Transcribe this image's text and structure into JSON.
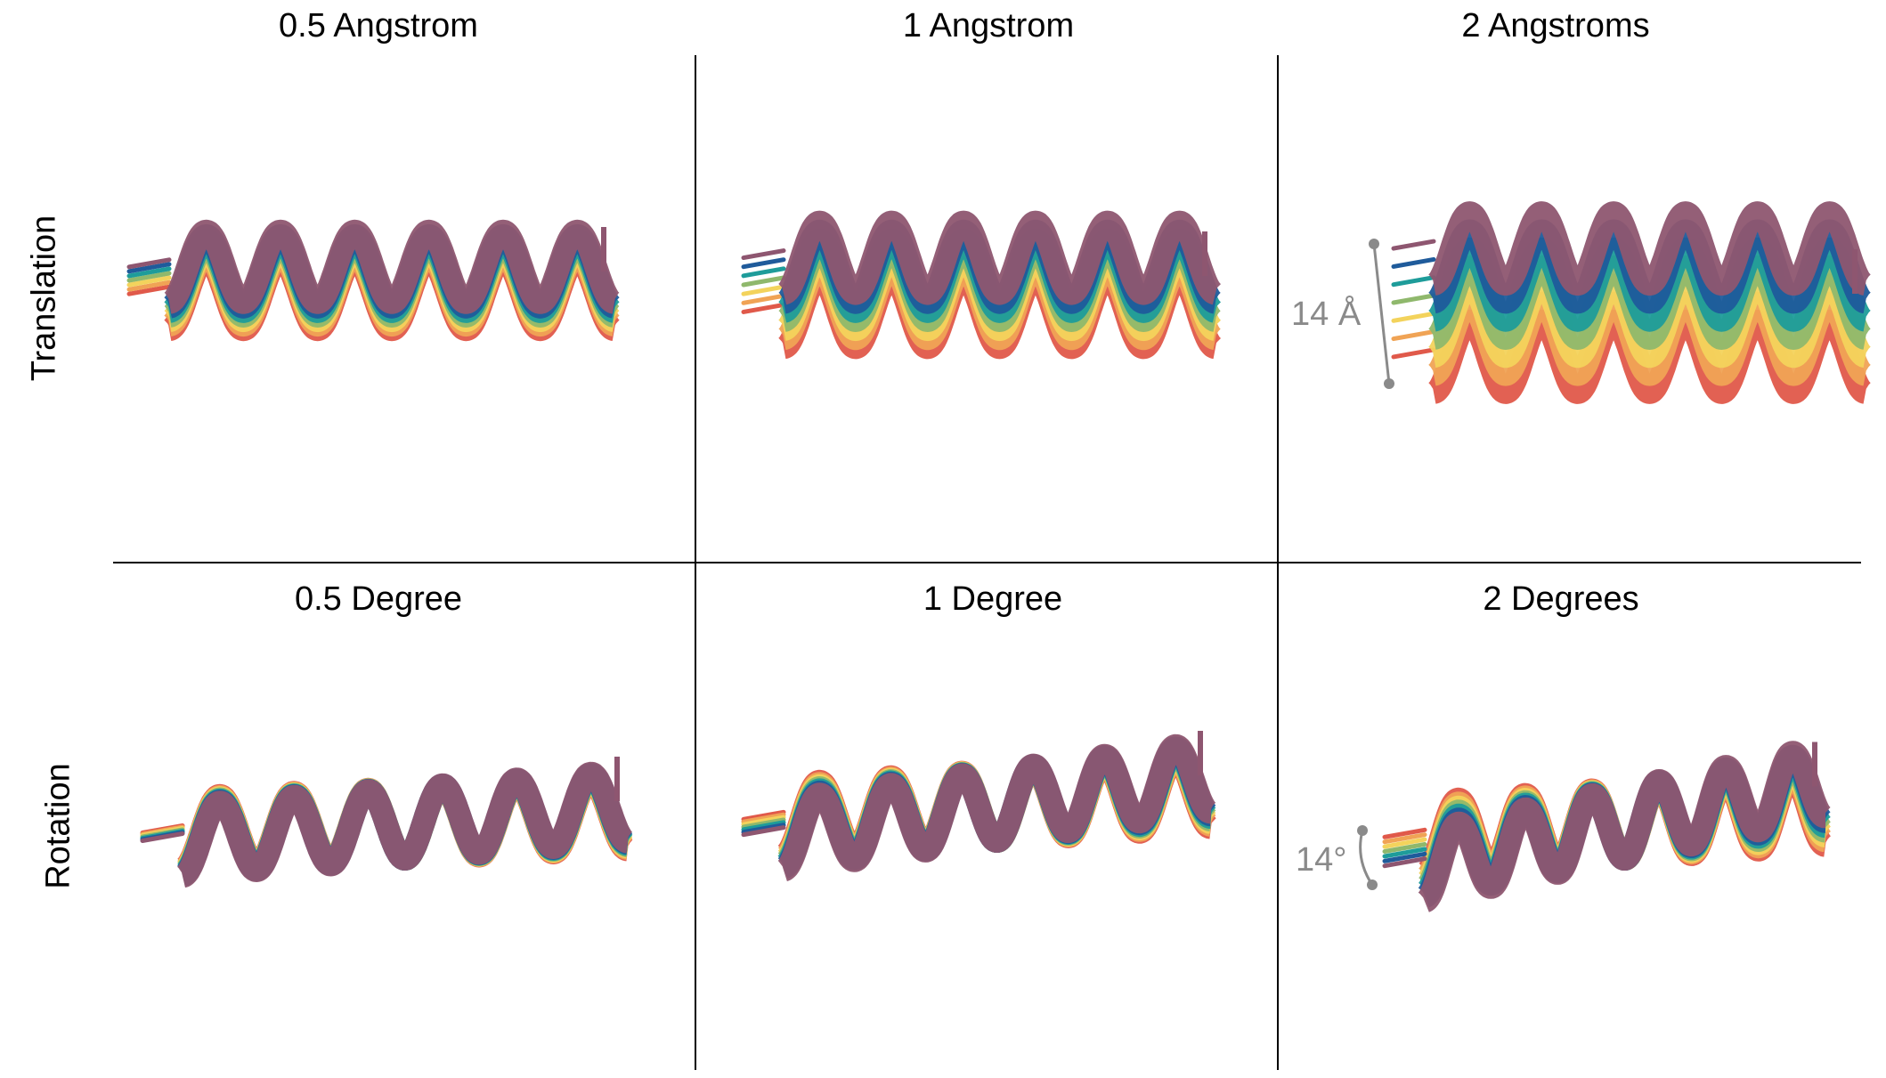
{
  "columns": {
    "translation": [
      "0.5 Angstrom",
      "1 Angstrom",
      "2 Angstroms"
    ],
    "rotation": [
      "0.5 Degree",
      "1 Degree",
      "2 Degrees"
    ]
  },
  "rows": [
    "Translation",
    "Rotation"
  ],
  "perturbation_values": {
    "translation_angstrom": [
      0.5,
      1,
      2
    ],
    "rotation_degree": [
      0.5,
      1,
      2
    ]
  },
  "annotations": {
    "translation_span": "14 Å",
    "rotation_span": "14°"
  },
  "copy_colors": [
    "#e0594a",
    "#f0a355",
    "#f3d35c",
    "#8fb86c",
    "#1e9c9a",
    "#1f5b9b",
    "#8e5670"
  ],
  "annotation_color": "#8a8a8a"
}
